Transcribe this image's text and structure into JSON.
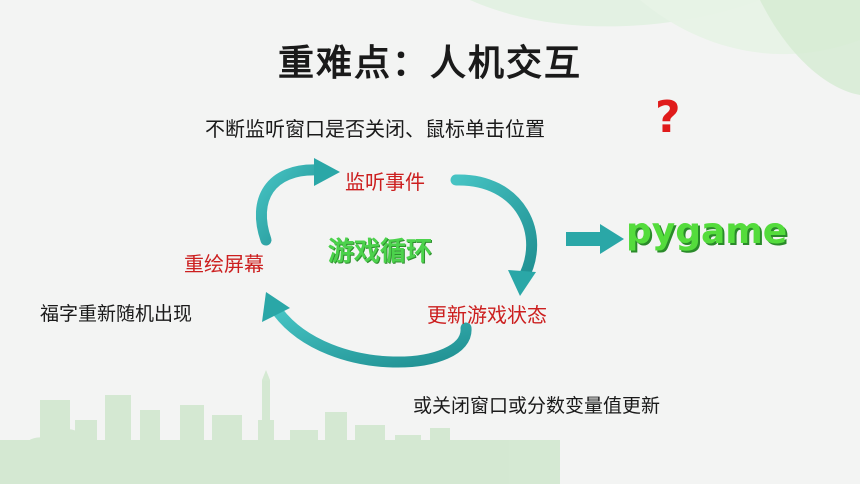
{
  "title": "重难点：人机交互",
  "question": "不断监听窗口是否关闭、鼠标单击位置",
  "question_mark": "?",
  "cycle": {
    "center": "游戏循环",
    "nodes": {
      "listen": "监听事件",
      "update": "更新游戏状态",
      "redraw": "重绘屏幕"
    }
  },
  "library": "pygame",
  "notes": {
    "left": "福字重新随机出现",
    "bottom": "或关闭窗口或分数变量值更新"
  },
  "colors": {
    "arrow": "#2aa7a7",
    "node_text": "#cc1f1f",
    "center_text": "#4cd24c",
    "question_mark": "#e01b1b",
    "library_text": "#54dc3c"
  }
}
